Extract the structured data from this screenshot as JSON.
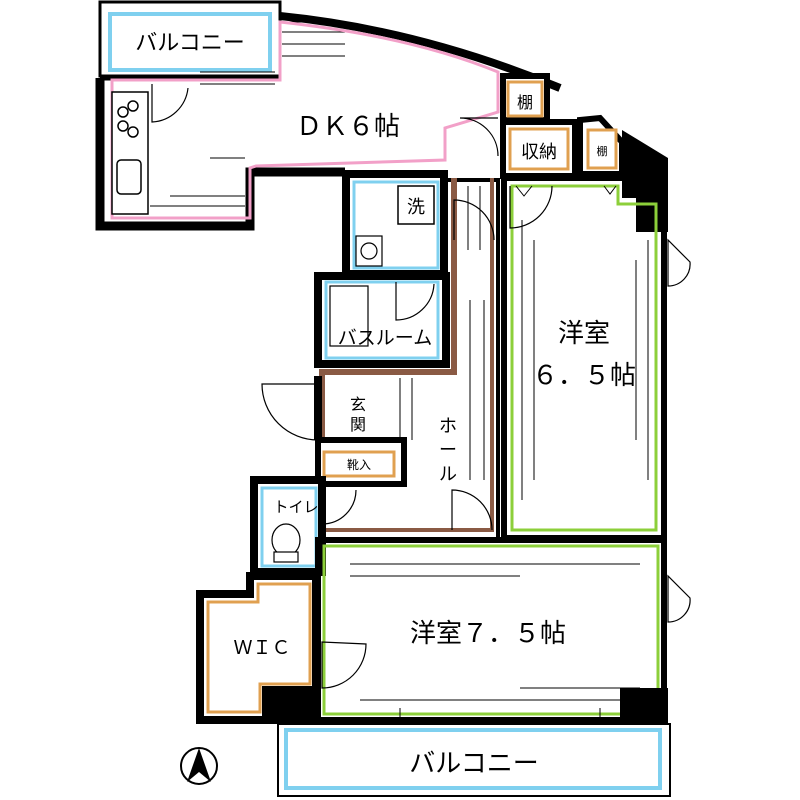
{
  "rooms": {
    "balcony_top": "バルコニー",
    "dk": "ＤＫ６帖",
    "shelf_top": "棚",
    "storage": "収納",
    "shelf_small": "棚",
    "laundry": "洗",
    "bathroom": "バスルーム",
    "western_65_name": "洋室",
    "western_65_size": "６．５帖",
    "entrance_1": "玄",
    "entrance_2": "関",
    "hall": "ホール",
    "shoe_box": "靴入",
    "toilet": "トイレ",
    "wic": "ＷＩＣ",
    "western_75": "洋室７．５帖",
    "balcony_bottom": "バルコニー"
  },
  "colors": {
    "wall": "#000000",
    "balcony": "#7fd0ef",
    "dk_outline": "#f2a0c8",
    "storage_outline": "#e0a050",
    "room_outline": "#8ccf3a",
    "hall_outline": "#8a5a44",
    "wet_outline": "#7fd0ef"
  },
  "icons": {
    "compass": "north-arrow-icon"
  }
}
